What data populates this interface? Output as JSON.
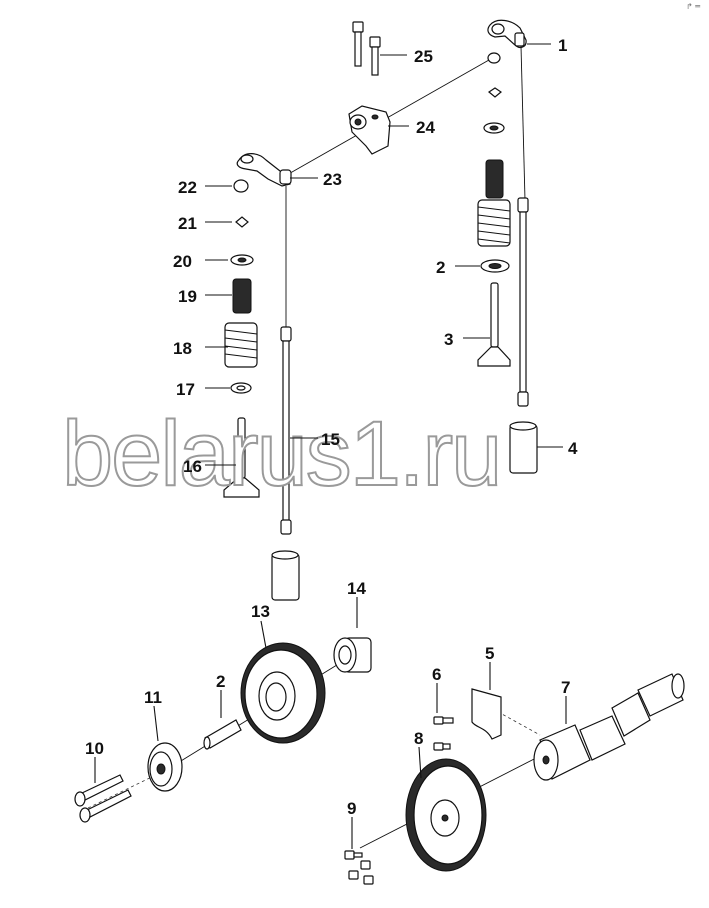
{
  "watermark": "belarus1.ru",
  "corner_mark": "↱ ═",
  "callouts": [
    {
      "id": "c1",
      "label": "1"
    },
    {
      "id": "c2a",
      "label": "2"
    },
    {
      "id": "c3",
      "label": "3"
    },
    {
      "id": "c4",
      "label": "4"
    },
    {
      "id": "c25",
      "label": "25"
    },
    {
      "id": "c24",
      "label": "24"
    },
    {
      "id": "c23",
      "label": "23"
    },
    {
      "id": "c22",
      "label": "22"
    },
    {
      "id": "c21",
      "label": "21"
    },
    {
      "id": "c20",
      "label": "20"
    },
    {
      "id": "c19",
      "label": "19"
    },
    {
      "id": "c18",
      "label": "18"
    },
    {
      "id": "c17",
      "label": "17"
    },
    {
      "id": "c16",
      "label": "16"
    },
    {
      "id": "c15",
      "label": "15"
    },
    {
      "id": "c14",
      "label": "14"
    },
    {
      "id": "c13",
      "label": "13"
    },
    {
      "id": "c2b",
      "label": "2"
    },
    {
      "id": "c11",
      "label": "11"
    },
    {
      "id": "c10",
      "label": "10"
    },
    {
      "id": "c5",
      "label": "5"
    },
    {
      "id": "c6",
      "label": "6"
    },
    {
      "id": "c7",
      "label": "7"
    },
    {
      "id": "c8",
      "label": "8"
    },
    {
      "id": "c9",
      "label": "9"
    }
  ]
}
